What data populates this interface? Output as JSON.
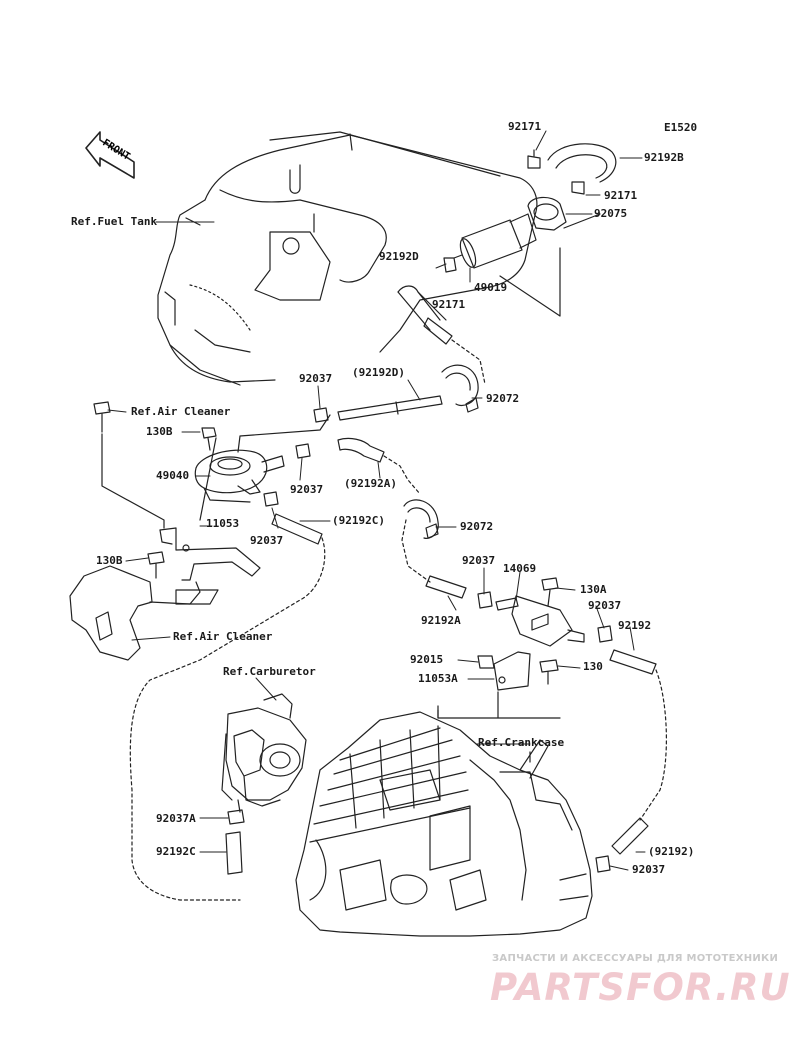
{
  "diagram_code": "E1520",
  "front_label": "FRONT",
  "refs": {
    "fuel_tank": "Ref.Fuel Tank",
    "air_cleaner_top": "Ref.Air Cleaner",
    "air_cleaner_bottom": "Ref.Air Cleaner",
    "carburetor": "Ref.Carburetor",
    "crankcase": "Ref.Crankcase"
  },
  "parts": {
    "p92171_a": "92171",
    "p92192B": "92192B",
    "p92171_b": "92171",
    "p92075": "92075",
    "p92192D": "92192D",
    "p92171_c": "92171",
    "p49019": "49019",
    "p92037_a": "92037",
    "p92192D_paren": "(92192D)",
    "p92072_a": "92072",
    "p130B_a": "130B",
    "p49040": "49040",
    "p92037_b": "92037",
    "p92192A_paren": "(92192A)",
    "p11053": "11053",
    "p92037_c": "92037",
    "p92192C_paren": "(92192C)",
    "p92072_b": "92072",
    "p130B_b": "130B",
    "p92037_d": "92037",
    "p14069": "14069",
    "p130A": "130A",
    "p92192A": "92192A",
    "p92037_e": "92037",
    "p92192": "92192",
    "p92015": "92015",
    "p130": "130",
    "p11053A": "11053A",
    "p92037A": "92037A",
    "p92192C": "92192C",
    "p92192_paren": "(92192)",
    "p92037_f": "92037"
  },
  "watermark": {
    "tagline": "ЗАПЧАСТИ И АКСЕССУАРЫ ДЛЯ МОТОТЕХНИКИ",
    "brand": "PARTSFOR.RU"
  }
}
